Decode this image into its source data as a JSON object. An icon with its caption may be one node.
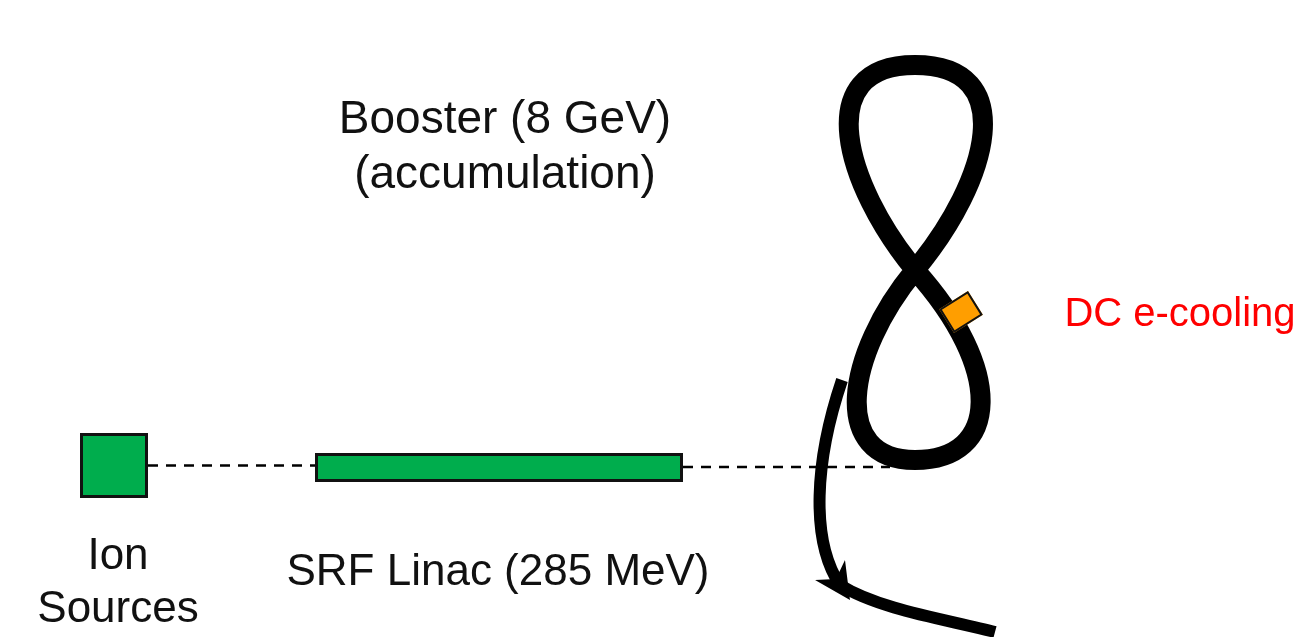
{
  "diagram": {
    "nodes": [
      {
        "text": [
          "Ion Sources"
        ]
      },
      {
        "text": [
          "SRF Linac (285 MeV)"
        ]
      },
      {
        "text": [
          "Booster (8 GeV) (accumulation)"
        ]
      },
      {
        "text": [
          "DC e-cooling"
        ]
      }
    ],
    "edges": [
      {
        "from": 0,
        "to": 1,
        "arrow": "none",
        "style": "dashed"
      },
      {
        "from": 1,
        "to": 2,
        "arrow": "none",
        "style": "dashed"
      },
      {
        "from": 2,
        "to": null,
        "arrow": "to",
        "style": "thick"
      }
    ]
  }
}
